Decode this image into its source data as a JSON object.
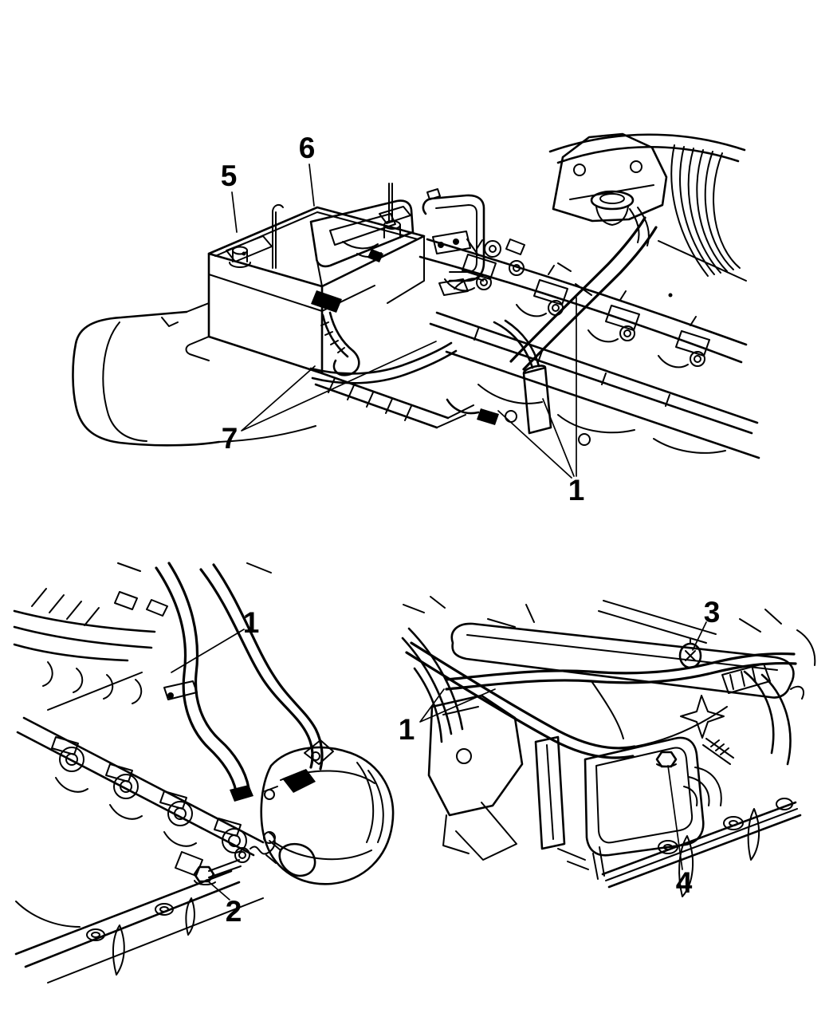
{
  "figure": {
    "background": "#ffffff",
    "ink": "#000000",
    "kind": "parts-line-diagram"
  },
  "callouts": {
    "c5": "5",
    "c6": "6",
    "c7": "7",
    "c1_top": "1",
    "c1_left": "1",
    "c2": "2",
    "c1_right": "1",
    "c3": "3",
    "c4": "4"
  }
}
